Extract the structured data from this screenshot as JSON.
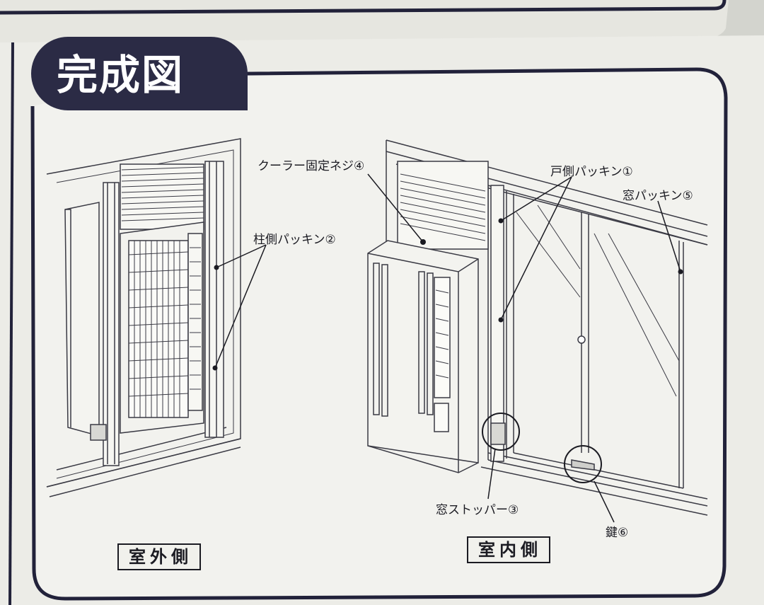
{
  "title": "完成図",
  "labels": {
    "cooler_screw": "クーラー固定ネジ④",
    "door_packing": "戸側パッキン①",
    "window_packing": "窓パッキン⑤",
    "pillar_packing": "柱側パッキン②",
    "window_stopper": "窓ストッパー③",
    "lock": "鍵⑥"
  },
  "sides": {
    "outdoor": "室外側",
    "indoor": "室内側"
  },
  "colors": {
    "ink": "#1b1b22",
    "paper": "#eeeeea",
    "title_bg": "#2b2b45"
  }
}
